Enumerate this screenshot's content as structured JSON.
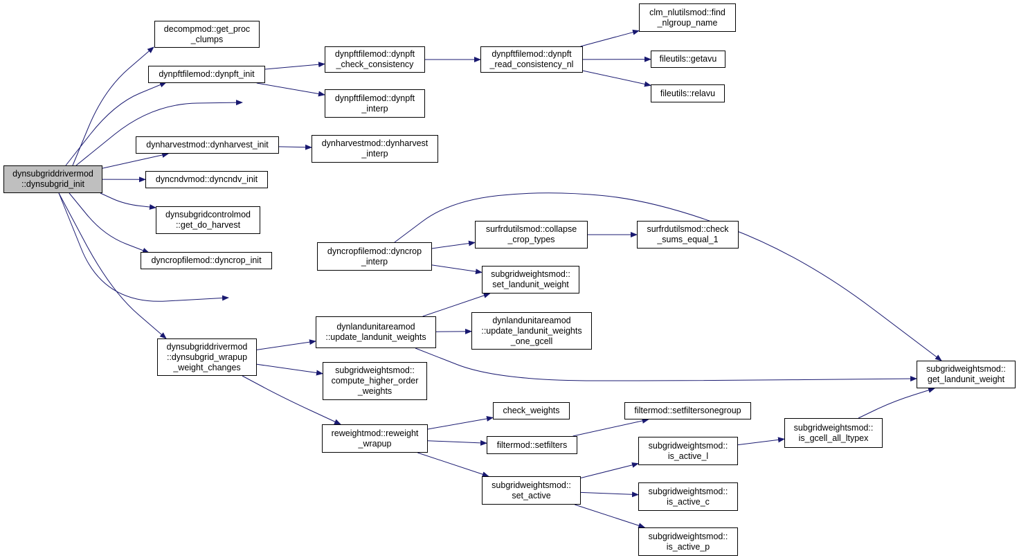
{
  "colors": {
    "edge": "#191970",
    "node_border": "#000000",
    "root_fill": "#bfbfbf",
    "node_fill": "#ffffff"
  },
  "nodes": {
    "root": "dynsubgriddrivermod\n::dynsubgrid_init",
    "decomp": "decompmod::get_proc\n_clumps",
    "dynpft_init": "dynpftfilemod::dynpft_init",
    "dynpft_check": "dynpftfilemod::dynpft\n_check_consistency",
    "dynpft_read": "dynpftfilemod::dynpft\n_read_consistency_nl",
    "dynpft_interp": "dynpftfilemod::dynpft\n_interp",
    "clm_find": "clm_nlutilsmod::find\n_nlgroup_name",
    "getavu": "fileutils::getavu",
    "relavu": "fileutils::relavu",
    "dynharvest_init": "dynharvestmod::dynharvest_init",
    "dynharvest_interp": "dynharvestmod::dynharvest\n_interp",
    "dyncndv_init": "dyncndvmod::dyncndv_init",
    "get_do_harvest": "dynsubgridcontrolmod\n::get_do_harvest",
    "dyncrop_init": "dyncropfilemod::dyncrop_init",
    "dyncrop_interp": "dyncropfilemod::dyncrop\n_interp",
    "collapse": "surfrdutilsmod::collapse\n_crop_types",
    "check_sums": "surfrdutilsmod::check\n_sums_equal_1",
    "set_lw": "subgridweightsmod::\nset_landunit_weight",
    "update_lw": "dynlandunitareamod\n::update_landunit_weights",
    "update_lw_one": "dynlandunitareamod\n::update_landunit_weights\n_one_gcell",
    "wrapup": "dynsubgriddrivermod\n::dynsubgrid_wrapup\n_weight_changes",
    "compute_hw": "subgridweightsmod::\ncompute_higher_order\n_weights",
    "get_lw": "subgridweightsmod::\nget_landunit_weight",
    "reweight": "reweightmod::reweight\n_wrapup",
    "check_weights": "check_weights",
    "setfiltersonegroup": "filtermod::setfiltersonegroup",
    "setfilters": "filtermod::setfilters",
    "is_gcell": "subgridweightsmod::\nis_gcell_all_ltypex",
    "is_active_l": "subgridweightsmod::\nis_active_l",
    "set_active": "subgridweightsmod::\nset_active",
    "is_active_c": "subgridweightsmod::\nis_active_c",
    "is_active_p": "subgridweightsmod::\nis_active_p"
  },
  "edges": [
    [
      "root",
      "decomp"
    ],
    [
      "root",
      "dynpft_init"
    ],
    [
      "root",
      "dynpft_interp"
    ],
    [
      "root",
      "dynharvest_init"
    ],
    [
      "root",
      "dyncndv_init"
    ],
    [
      "root",
      "get_do_harvest"
    ],
    [
      "root",
      "dyncrop_init"
    ],
    [
      "root",
      "dyncrop_interp"
    ],
    [
      "root",
      "wrapup"
    ],
    [
      "dynpft_init",
      "dynpft_check"
    ],
    [
      "dynpft_init",
      "dynpft_interp"
    ],
    [
      "dynpft_check",
      "dynpft_read"
    ],
    [
      "dynpft_read",
      "clm_find"
    ],
    [
      "dynpft_read",
      "getavu"
    ],
    [
      "dynpft_read",
      "relavu"
    ],
    [
      "dynharvest_init",
      "dynharvest_interp"
    ],
    [
      "dyncrop_interp",
      "collapse"
    ],
    [
      "dyncrop_interp",
      "set_lw"
    ],
    [
      "dyncrop_interp",
      "get_lw"
    ],
    [
      "collapse",
      "check_sums"
    ],
    [
      "update_lw",
      "set_lw"
    ],
    [
      "update_lw",
      "update_lw_one"
    ],
    [
      "update_lw",
      "get_lw"
    ],
    [
      "wrapup",
      "update_lw"
    ],
    [
      "wrapup",
      "compute_hw"
    ],
    [
      "wrapup",
      "reweight"
    ],
    [
      "reweight",
      "check_weights"
    ],
    [
      "reweight",
      "setfilters"
    ],
    [
      "reweight",
      "set_active"
    ],
    [
      "setfilters",
      "setfiltersonegroup"
    ],
    [
      "set_active",
      "is_active_l"
    ],
    [
      "set_active",
      "is_active_c"
    ],
    [
      "set_active",
      "is_active_p"
    ],
    [
      "is_active_l",
      "is_gcell"
    ],
    [
      "is_gcell",
      "get_lw"
    ]
  ]
}
